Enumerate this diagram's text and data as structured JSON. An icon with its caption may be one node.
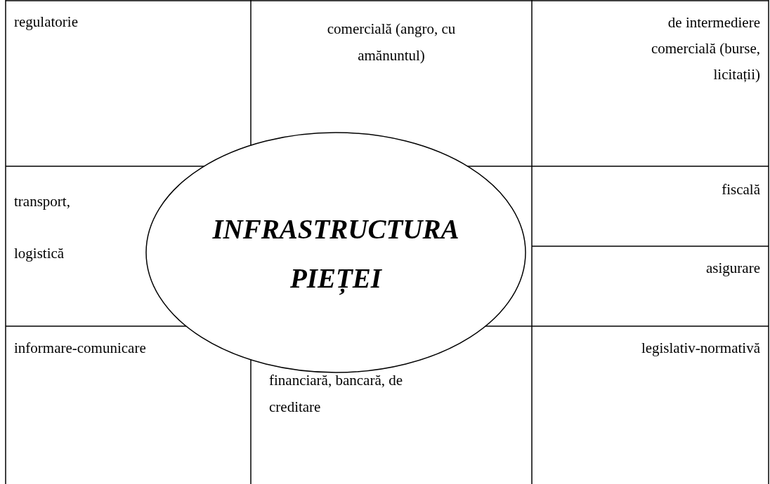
{
  "diagram": {
    "nodes": [
      {
        "text": [
          "regulatorie"
        ]
      },
      {
        "text": [
          "comercială (angro, cu amănuntul)"
        ]
      },
      {
        "text": [
          "de intermediere comercială (burse, licitații)"
        ]
      },
      {
        "text": [
          "transport, logistică"
        ]
      },
      {
        "text": [
          "fiscală"
        ]
      },
      {
        "text": [
          "asigurare"
        ]
      },
      {
        "text": [
          "informare-comunicare"
        ]
      },
      {
        "text": [
          "financiară, bancară, de creditare"
        ]
      },
      {
        "text": [
          "legislativ-normativă"
        ]
      },
      {
        "text": [
          "INFRASTRUCTURA PIEȚEI"
        ]
      }
    ]
  }
}
